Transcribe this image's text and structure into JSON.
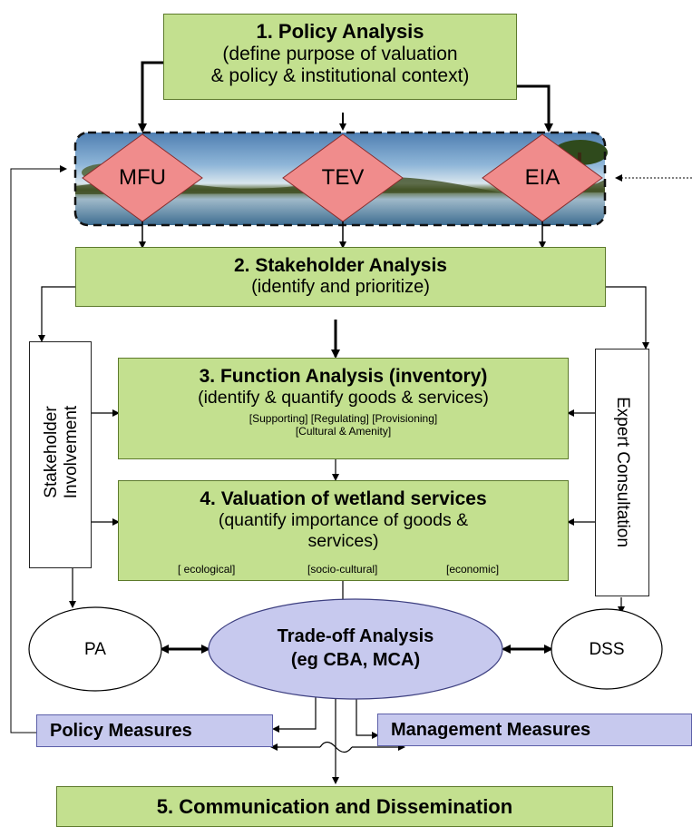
{
  "policy": {
    "title": "1. Policy Analysis",
    "line1": "(define purpose of valuation",
    "line2": "& policy & institutional context)"
  },
  "diamonds": [
    "MFU",
    "TEV",
    "EIA"
  ],
  "stakeholder": {
    "title": "2. Stakeholder Analysis",
    "sub": "(identify and prioritize)"
  },
  "function": {
    "title": "3. Function Analysis (inventory)",
    "sub": "(identify & quantify goods & services)",
    "tags1": "[Supporting] [Regulating] [Provisioning]",
    "tags2": "[Cultural & Amenity]"
  },
  "valuation": {
    "title": "4. Valuation of wetland services",
    "line1": "(quantify importance of goods &",
    "line2": "services)",
    "tag_ecological": "[ ecological]",
    "tag_socio": "[socio-cultural]",
    "tag_economic": "[economic]"
  },
  "side": {
    "left_line1": "Stakeholder",
    "left_line2": "Involvement",
    "right": "Expert Consultation"
  },
  "tradeoff": {
    "title": "Trade-off Analysis",
    "sub": "(eg CBA, MCA)"
  },
  "pa": "PA",
  "dss": "DSS",
  "policy_measures": "Policy Measures",
  "management_measures": "Management Measures",
  "communication": "5. Communication and Dissemination",
  "colors": {
    "green": "#c3e08f",
    "blue": "#c7c9ee",
    "diamond": "#f08c8c"
  }
}
